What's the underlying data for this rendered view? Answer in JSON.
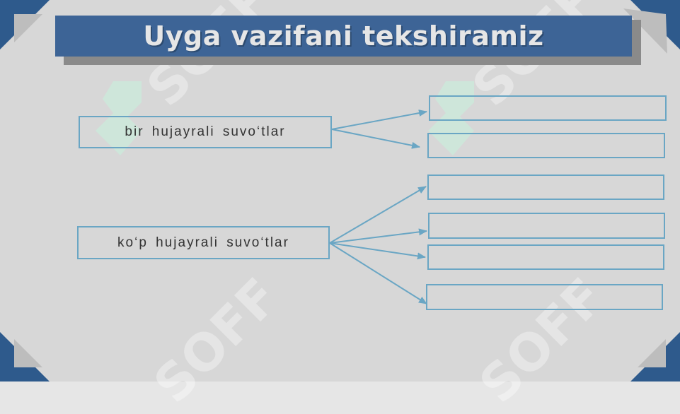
{
  "title": "Uyga vazifani tekshiramiz",
  "diagram": {
    "sources": [
      {
        "id": "unicellular",
        "label": "bir hujayrali suvo‘tlar"
      },
      {
        "id": "multicellular",
        "label": "ko‘p hujayrali suvo‘tlar"
      }
    ],
    "targets_per_source": {
      "unicellular": 2,
      "multicellular": 4
    },
    "target_labels": [
      "",
      "",
      "",
      "",
      "",
      ""
    ]
  },
  "watermark": "SOFF",
  "colors": {
    "title_bar": "#3d6496",
    "box_border": "#6aa6c4",
    "background": "#d7d7d7",
    "corner": "#2e5a8c"
  }
}
